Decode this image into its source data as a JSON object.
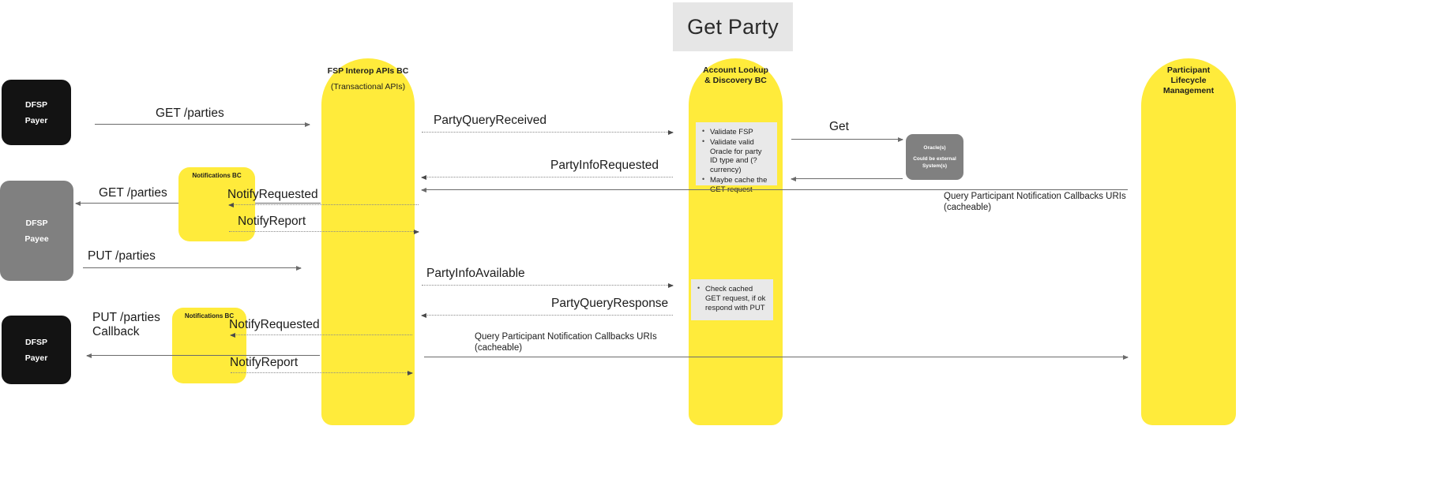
{
  "title": {
    "text": "Get Party"
  },
  "lifelines": [
    {
      "name": "fsp-interop",
      "title": "FSP Interop APIs BC",
      "subtitle": "(Transactional APIs)",
      "color": "#ffeb3b"
    },
    {
      "name": "account-lookup",
      "title": "Account Lookup & Discovery BC",
      "subtitle": "",
      "color": "#ffeb3b"
    },
    {
      "name": "participant-lifecycle",
      "title": "Participant Lifecycle Management",
      "subtitle": "",
      "color": "#ffeb3b"
    }
  ],
  "actors": [
    {
      "name": "dfsp-payer-top",
      "line1": "DFSP",
      "line2": "Payer",
      "color": "#131313"
    },
    {
      "name": "dfsp-payee",
      "line1": "DFSP",
      "line2": "Payee",
      "color": "#808080"
    },
    {
      "name": "dfsp-payer-bottom",
      "line1": "DFSP",
      "line2": "Payer",
      "color": "#131313"
    }
  ],
  "oracle": {
    "title": "Oracle(s)",
    "subtitle_line1": "Could be external",
    "subtitle_line2": "System(s)",
    "color": "#808080"
  },
  "notification_boxes": [
    {
      "name": "notifications-bc-top",
      "label": "Notifications BC"
    },
    {
      "name": "notifications-bc-bottom",
      "label": "Notifications BC"
    }
  ],
  "notes": [
    {
      "name": "validate-note",
      "bullets": [
        "Validate FSP",
        "Validate valid Oracle for party ID type and (?currency)",
        "Maybe cache the GET request"
      ]
    },
    {
      "name": "cached-get-note",
      "bullets": [
        "Check cached GET request, if ok respond with PUT"
      ]
    }
  ],
  "messages": {
    "get_parties_payer": "GET /parties",
    "party_query_received": "PartyQueryReceived",
    "get_oracle": "Get",
    "party_info_requested": "PartyInfoRequested",
    "get_parties_payee": "GET /parties",
    "notify_requested_top": "NotifyRequested",
    "notify_report_top": "NotifyReport",
    "query_participant_top_line1": "Query Participant Notification Callbacks URIs",
    "query_participant_top_line2": "(cacheable)",
    "put_parties": "PUT /parties",
    "party_info_available": "PartyInfoAvailable",
    "party_query_response": "PartyQueryResponse",
    "put_parties_callback_line1": "PUT /parties",
    "put_parties_callback_line2": "Callback",
    "notify_requested_bottom": "NotifyRequested",
    "notify_report_bottom": "NotifyReport",
    "query_participant_bottom_line1": "Query Participant Notification Callbacks URIs",
    "query_participant_bottom_line2": "(cacheable)"
  }
}
